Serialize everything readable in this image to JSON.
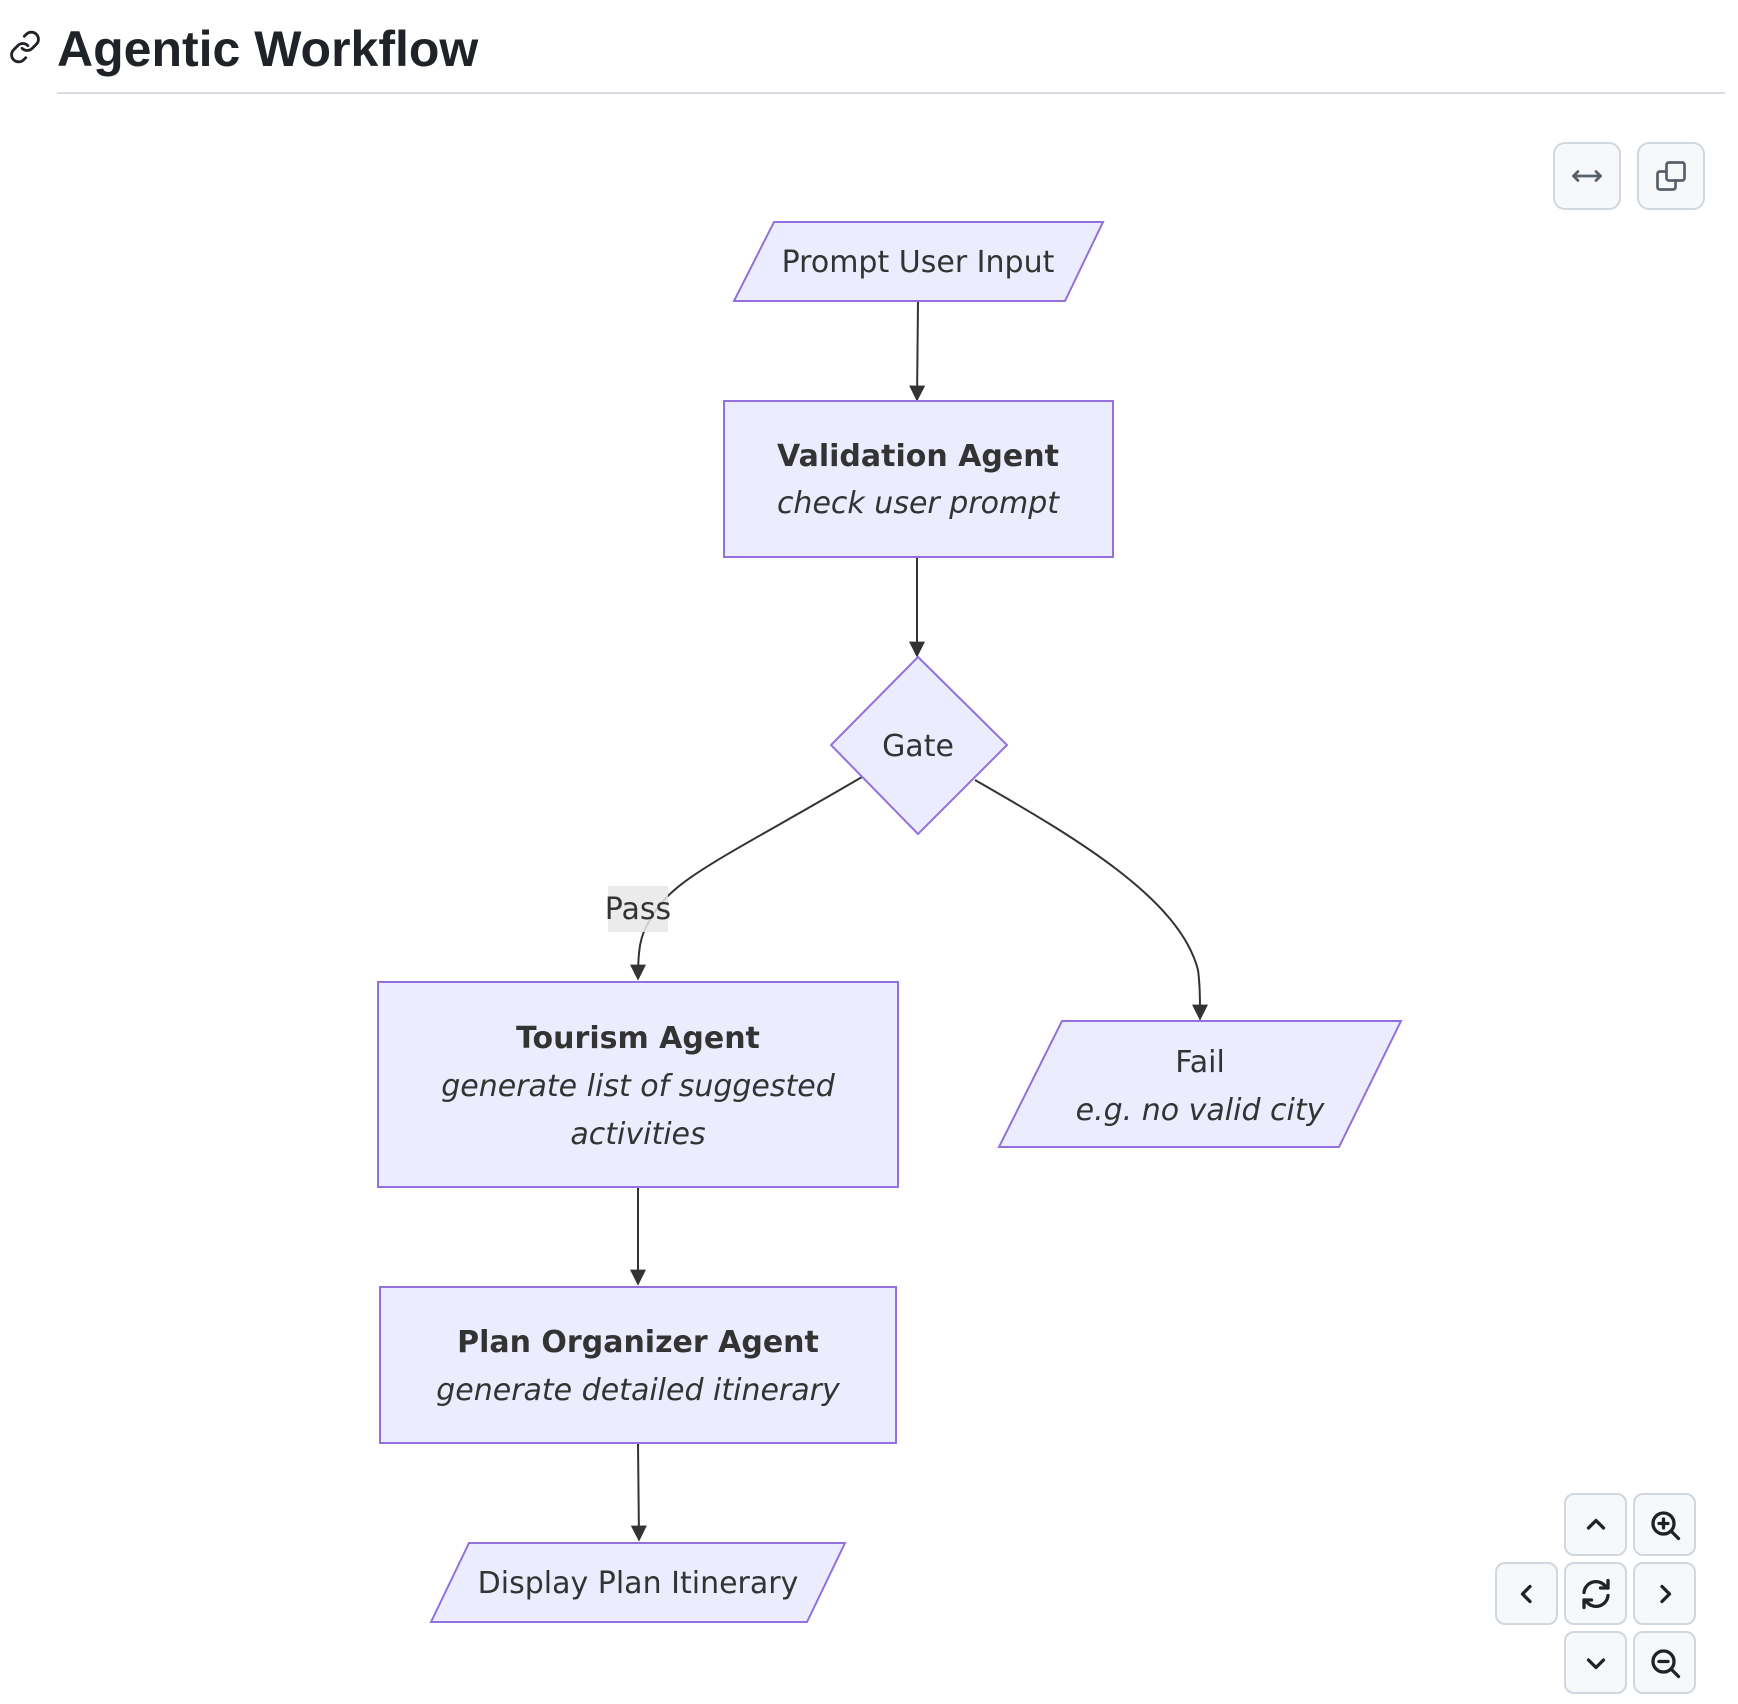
{
  "page": {
    "title": "Agentic Workflow"
  },
  "diagram": {
    "nodes": {
      "prompt_input": {
        "text": "Prompt User Input"
      },
      "validation": {
        "title": "Validation Agent",
        "subtitle": "check user prompt"
      },
      "gate": {
        "text": "Gate"
      },
      "tourism": {
        "title": "Tourism Agent",
        "subtitle_line1": "generate list of suggested",
        "subtitle_line2": "activities"
      },
      "fail": {
        "title": "Fail",
        "subtitle": "e.g. no valid city"
      },
      "plan_organizer": {
        "title": "Plan Organizer Agent",
        "subtitle": "generate detailed itinerary"
      },
      "display": {
        "text": "Display Plan Itinerary"
      }
    },
    "edges": [
      {
        "from": "prompt_input",
        "to": "validation"
      },
      {
        "from": "validation",
        "to": "gate"
      },
      {
        "from": "gate",
        "to": "tourism",
        "label": "Pass"
      },
      {
        "from": "gate",
        "to": "fail"
      },
      {
        "from": "tourism",
        "to": "plan_organizer"
      },
      {
        "from": "plan_organizer",
        "to": "display"
      }
    ]
  },
  "toolbar": {
    "icons": [
      "expand-width-icon",
      "copy-icon"
    ]
  },
  "navigation": {
    "icons": [
      "chevron-up-icon",
      "zoom-in-icon",
      "chevron-left-icon",
      "reset-icon",
      "chevron-right-icon",
      "chevron-down-icon",
      "zoom-out-icon"
    ]
  },
  "colors": {
    "node_fill": "#ececff",
    "node_stroke": "#9370db",
    "edge": "#333333",
    "label_background": "#e8e8e8"
  }
}
